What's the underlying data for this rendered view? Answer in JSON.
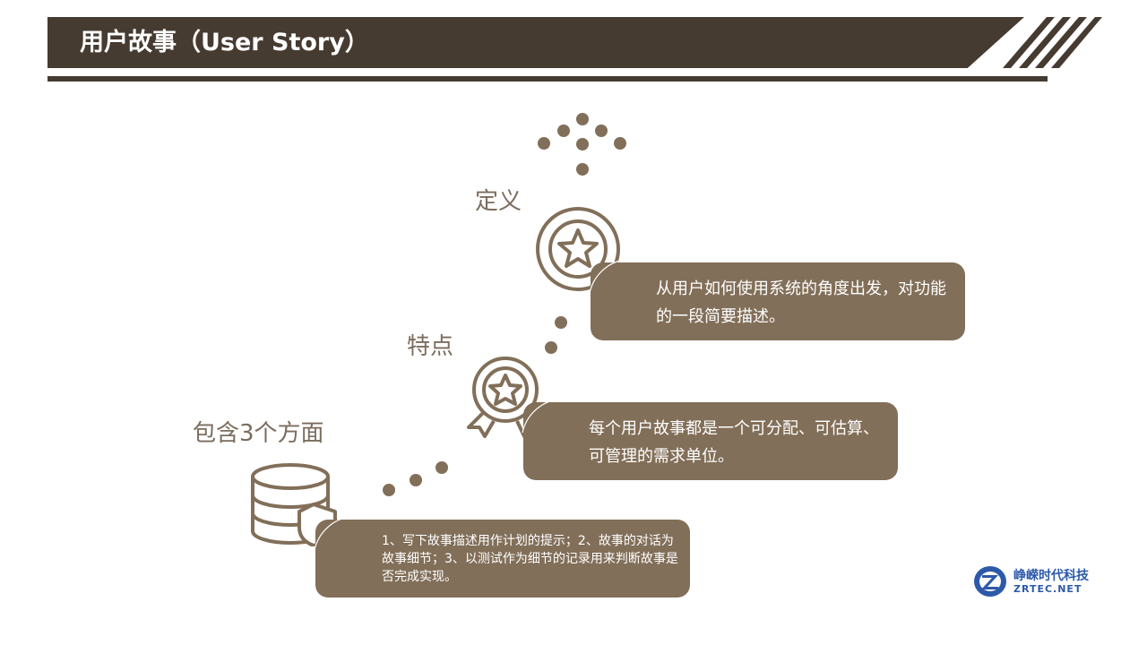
{
  "header": {
    "title": "用户故事（User Story）"
  },
  "sections": [
    {
      "label": "定义",
      "text": "从用户如何使用系统的角度出发，对功能的一段简要描述。"
    },
    {
      "label": "特点",
      "text": "每个用户故事都是一个可分配、可估算、可管理的需求单位。"
    },
    {
      "label": "包含3个方面",
      "text": "1、写下故事描述用作计划的提示；2、故事的对话为故事细节；3、以测试作为细节的记录用来判断故事是否完成实现。"
    }
  ],
  "icons": [
    "star-circle-icon",
    "award-ribbon-icon",
    "database-shield-icon",
    "dot-arrow-icon"
  ],
  "logo": {
    "cn": "峥嵘时代科技",
    "en": "ZRTEC.NET"
  },
  "colors": {
    "header": "#463b31",
    "box": "#826f59",
    "label": "#7b6c5d"
  }
}
